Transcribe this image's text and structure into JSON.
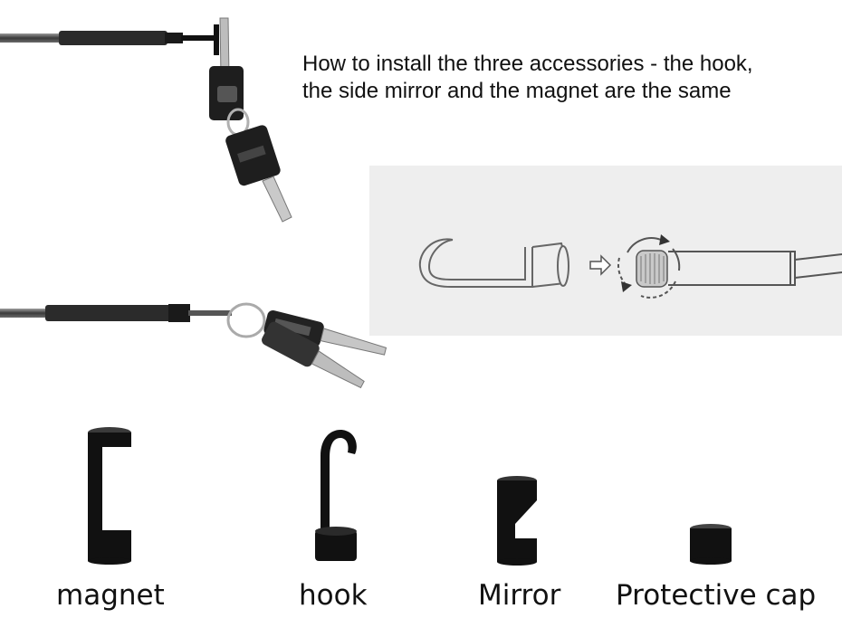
{
  "instructions": {
    "line1": "How to install the three accessories - the hook,",
    "line2": "the side mirror and the magnet are the same"
  },
  "accessories": [
    {
      "label": "magnet"
    },
    {
      "label": "hook"
    },
    {
      "label": "Mirror"
    },
    {
      "label": "Protective cap"
    }
  ]
}
